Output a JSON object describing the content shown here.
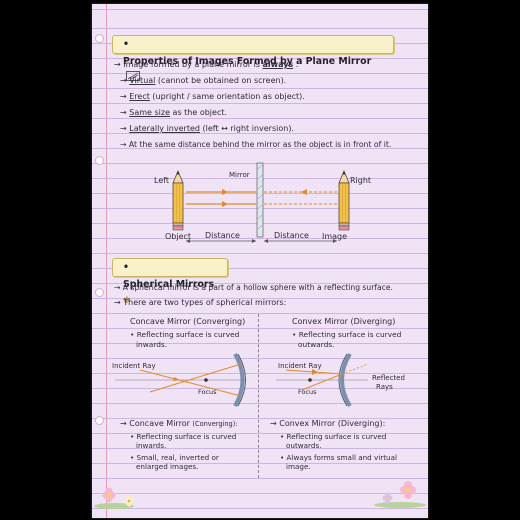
{
  "section1": {
    "title": "Properties of Images Formed by a Plane Mirror",
    "intro_pre": "Image formed by a plane mirror is",
    "intro_em": "always",
    "intro_post": ":",
    "points": [
      {
        "key": "Virtual",
        "rest": " (cannot be obtained on screen)."
      },
      {
        "key": "Erect",
        "rest": " (upright / same orientation as object)."
      },
      {
        "key": "Same size",
        "rest": " as the object."
      },
      {
        "key": "Laterally inverted",
        "rest": " (left ↔ right inversion)."
      },
      {
        "key": "",
        "rest": "At the same distance behind the mirror as the object is in front of it."
      }
    ],
    "diagram": {
      "left": "Left",
      "right": "Right",
      "mirror": "Mirror",
      "object": "Object",
      "distance1": "Distance",
      "distance2": "Distance",
      "image": "Image"
    }
  },
  "section2": {
    "title": "Spherical Mirrors",
    "lines": [
      "A spherical mirror is a part of a hollow sphere with a reflecting surface.",
      "There are two types of spherical mirrors:"
    ],
    "concave": {
      "heading": "Concave Mirror (Converging)",
      "desc_1": "Reflecting surface is curved",
      "desc_2": "inwards.",
      "incident": "Incident Ray",
      "focus": "Focus",
      "bottom_heading": "Concave Mirror",
      "bottom_sub": "(Converging):",
      "bullet1_1": "Reflecting surface is curved",
      "bullet1_2": "inwards.",
      "bullet2_1": "Small, real, inverted or",
      "bullet2_2": "enlarged images."
    },
    "convex": {
      "heading": "Convex Mirror (Diverging)",
      "desc_1": "Reflecting surface is curved",
      "desc_2": "outwards.",
      "incident": "Incident Ray",
      "reflected_1": "Reflected",
      "reflected_2": "Rays",
      "focus": "Focus",
      "bottom_heading": "Convex Mirror (Diverging):",
      "bullet1_1": "Reflecting surface is curved",
      "bullet1_2": "outwards.",
      "bullet2_1": "Always forms small and virtual",
      "bullet2_2": "image."
    }
  },
  "colors": {
    "page": "#f1e3f6",
    "rule_lines": "#cdb7dc",
    "banner": "#f9f1c9",
    "pencil_yellow": "#f2c14a",
    "ray_orange": "#e08a2c"
  }
}
